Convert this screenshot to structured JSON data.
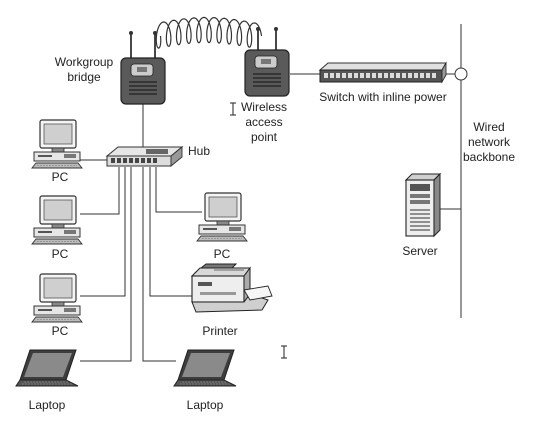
{
  "diagram": {
    "labels": {
      "workgroup_bridge": [
        "Workgroup",
        "bridge"
      ],
      "wireless_ap": [
        "Wireless",
        "access",
        "point"
      ],
      "switch": "Switch with inline power",
      "wired_backbone": [
        "Wired",
        "network",
        "backbone"
      ],
      "hub": "Hub",
      "server": "Server",
      "pc": "PC",
      "printer": "Printer",
      "laptop": "Laptop"
    },
    "icons": {
      "bridge": "workgroup-bridge-icon",
      "access_point": "wireless-access-point-icon",
      "switch": "switch-icon",
      "hub": "hub-icon",
      "pc": "desktop-pc-icon",
      "laptop": "laptop-icon",
      "printer": "printer-icon",
      "server": "server-tower-icon",
      "cursor": "text-cursor-icon"
    },
    "colors": {
      "device_dark": "#555555",
      "device_mid": "#888888",
      "device_light": "#dcdcdc",
      "line": "#333333"
    }
  }
}
